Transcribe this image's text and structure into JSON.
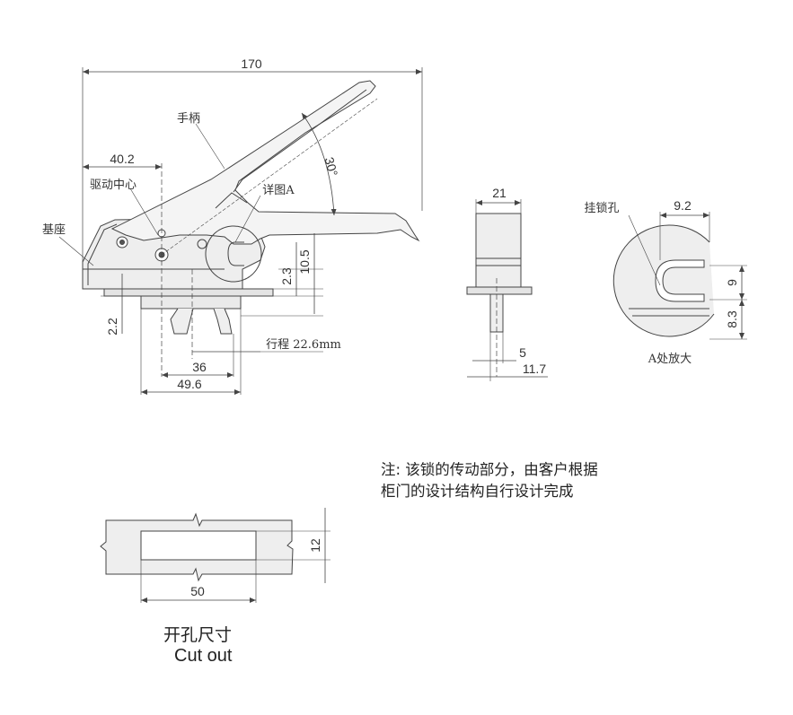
{
  "colors": {
    "line": "#444444",
    "fill": "#eeeeee",
    "handle_fill": "#f4f4f4",
    "dim_line": "#555555"
  },
  "dims": {
    "overall_width": "170",
    "drive_center": "40.2",
    "angle": "30°",
    "h_2_3": "2.3",
    "h_10_5": "10.5",
    "h_2_2": "2.2",
    "d_36": "36",
    "d_49_6": "49.6",
    "travel": "行程 22.6mm",
    "side_width": "21",
    "side_5": "5",
    "side_11_7": "11.7",
    "detail_9_2": "9.2",
    "detail_9": "9",
    "detail_8_3": "8.3",
    "cut_width": "50",
    "cut_height": "12"
  },
  "labels": {
    "handle": "手柄",
    "drive_center": "驱动中心",
    "base": "基座",
    "detail_a": "详图A",
    "padlock_hole": "挂锁孔",
    "detail_a_enlarged": "A处放大"
  },
  "note": {
    "line1": "注: 该锁的传动部分，由客户根据",
    "line2": "柜门的设计结构自行设计完成"
  },
  "cutout": {
    "title_cn": "开孔尺寸",
    "title_en": "Cut out"
  }
}
